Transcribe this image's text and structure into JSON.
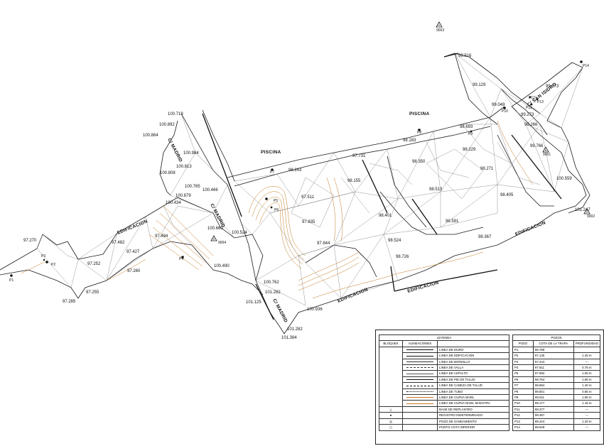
{
  "streets": [
    "C/ MADRID",
    "C/ MADRID",
    "C/ MADRID",
    "C/ SAN ISIDRO"
  ],
  "areas": [
    "PISCINA",
    "PISCINA",
    "EDIFICACION",
    "EDIFICACION",
    "EDIFICACION",
    "EDIFICACION"
  ],
  "survey_points": [
    "9003",
    "9004",
    "9001",
    "9002"
  ],
  "wells": [
    "P1",
    "P2",
    "P3",
    "P4",
    "P5",
    "P6",
    "P7",
    "P8",
    "P9",
    "P10",
    "P11",
    "P12",
    "P13",
    "P14"
  ],
  "elevations": [
    "99.516",
    "99.129",
    "99.049",
    "99.273",
    "99.273",
    "99.266",
    "99.766",
    "100.559",
    "101.247",
    "98.693",
    "98.229",
    "98.183",
    "98.271",
    "98.350",
    "98.513",
    "98.405",
    "98.591",
    "98.367",
    "98.726",
    "98.524",
    "98.401",
    "98.155",
    "97.731",
    "98.243",
    "97.511",
    "97.835",
    "97.844",
    "100.719",
    "100.892",
    "100.864",
    "100.984",
    "100.813",
    "100.808",
    "100.765",
    "100.466",
    "100.879",
    "100.434",
    "100.660",
    "100.524",
    "100.490",
    "100.762",
    "101.282",
    "101.125",
    "100.936",
    "101.282",
    "101.384",
    "97.270",
    "97.482",
    "97.427",
    "97.252",
    "97.494",
    "97.260",
    "97.255",
    "97.285"
  ],
  "legend": {
    "title": "LEYENDA",
    "col_blocks": "BLOQUES",
    "col_lines": "ALINEACIONES",
    "rows": [
      "LINEA DE MURO",
      "LINEA DE EDIFICACION",
      "LINEA DE BORDILLO",
      "LINEA DE VALLA",
      "LINEA DE ASFALTO",
      "LINEA DE PIE DE TALUD",
      "LINEA DE CABEZA DE TALUD",
      "LINEA DE TUBO",
      "LINEA DE CURVA NIVEL",
      "LINEA DE CURVA NIVEL MAESTRA"
    ],
    "symbols": [
      "BASE DE REPLANTEO",
      "REGISTRO INDETERMINADO",
      "POZO DE SANEAMIENTO",
      "PUNTO COTA INFERIOR"
    ]
  },
  "pozos": {
    "title": "POZOS",
    "headers": [
      "POZO",
      "COTA DE LA TRAPA",
      "PROFUNDIDAD"
    ],
    "rows": [
      [
        "P1",
        "96.789",
        ""
      ],
      [
        "P2",
        "97.135",
        "1.25 m"
      ],
      [
        "P3",
        "97.244",
        "---"
      ],
      [
        "P4",
        "97.811",
        "0.75 m"
      ],
      [
        "P5",
        "97.992",
        "1.00 m"
      ],
      [
        "P6",
        "98.754",
        "1.80 m"
      ],
      [
        "P7",
        "98.894",
        "1.40 m"
      ],
      [
        "P8",
        "98.801",
        "0.85 m"
      ],
      [
        "P9",
        "99.011",
        "1.80 m"
      ],
      [
        "P10",
        "99.177",
        "1.15 m"
      ],
      [
        "P11",
        "99.377",
        "---"
      ],
      [
        "P12",
        "99.357",
        "---"
      ],
      [
        "P13",
        "99.424",
        "1.20 m"
      ],
      [
        "P14",
        "99.849",
        "---"
      ]
    ]
  },
  "colors": {
    "line": "#1a1a1a",
    "contour": "#c47a20",
    "mesh": "#555555"
  }
}
